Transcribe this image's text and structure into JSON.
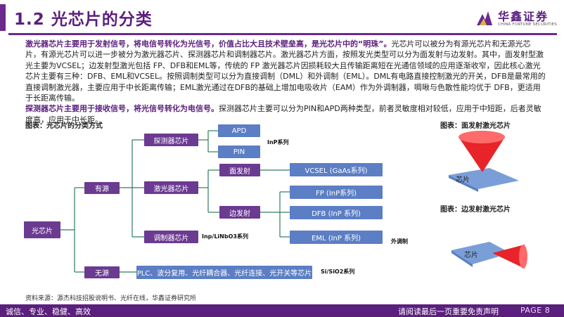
{
  "header": {
    "title": "1.2 光芯片的分类",
    "logo_cn": "华鑫证券",
    "logo_en": "CHINA FORTUNE SECURITIES"
  },
  "body": {
    "p1_hl": "激光器芯片主要用于发射信号，将电信号转化为光信号，价值占比大且技术壁垒高，是光芯片中的“明珠”。",
    "p1_rest": "光芯片可以被分为有源光芯片和无源光芯片，有源光芯片可以进一步被分为激光器芯片、探测器芯片和调制器芯片。激光器芯片方面，按照发光类型可以分为面发射与边发射。其中，面发射型激光主要为VCSEL；边发射型激光包括 FP、DFB和EML等，传统的 FP 激光器芯片因损耗较大且传输距离短在光通信领域的应用逐渐收窄，因此核心激光芯片主要有三种：DFB、EML和VCSEL。按照调制类型可以分为直接调制（DML）和外调制（EML）。DML有电路直接控制激光的开关，DFB是最常用的直接调制激光器，主要应用于中长距离传输；EML激光通过在DFB的基础上增加电吸收片（EAM）作为外调制器，啁啾与色散性能均优于 DFB，更适用于长距离传输。",
    "p2_hl": "探测器芯片主要用于接收信号，将光信号转化为电信号。",
    "p2_rest": "探测器芯片主要可以分为PIN和APD两种类型，前者灵敏度相对较低，应用于中短距，后者灵敏度高，应用于中长距。"
  },
  "captions": {
    "diagram": "图表：光芯片的分类方式",
    "surface": "图表：面发射激光芯片",
    "edge": "图表：边发射激光芯片"
  },
  "diagram": {
    "root": "光芯片",
    "active": "有源",
    "passive": "无源",
    "detector": "探测器芯片",
    "laser": "激光器芯片",
    "modulator": "调制器芯片",
    "apd": "APD",
    "pin": "PIN",
    "surface": "面发射",
    "edge": "边发射",
    "vcsel": "VCSEL (GaAs系列)",
    "fp": "FP (InP系列)",
    "dfb": "DFB (InP 系列)",
    "eml": "EML (InP 系列)",
    "passive_items": "PLC、波分复用、光纤耦合器、光纤连接、光开关等芯片",
    "inp_note": "InP系列",
    "mod_note": "Inp/LiNbO3系列",
    "ext_note": "外调制",
    "si_note": "Si/SiO2系列"
  },
  "illustrations": {
    "chip_label_1": "芯片",
    "chip_label_2": "芯片"
  },
  "source": "资料来源：源杰科技招股说明书、光纤在线，华鑫证券研究所",
  "footer": {
    "left": "诚信、专业、稳健、高效",
    "middle": "请阅读最后一页重要免责声明",
    "page": "PAGE 8"
  },
  "colors": {
    "brand_purple": "#5b1f7d",
    "node_blue": "#5b7ec4",
    "node_purple": "#6b3a91",
    "line_green": "#2e7d5b",
    "beam_red": "#e8232a",
    "chip_blue": "#7a9fd8"
  }
}
